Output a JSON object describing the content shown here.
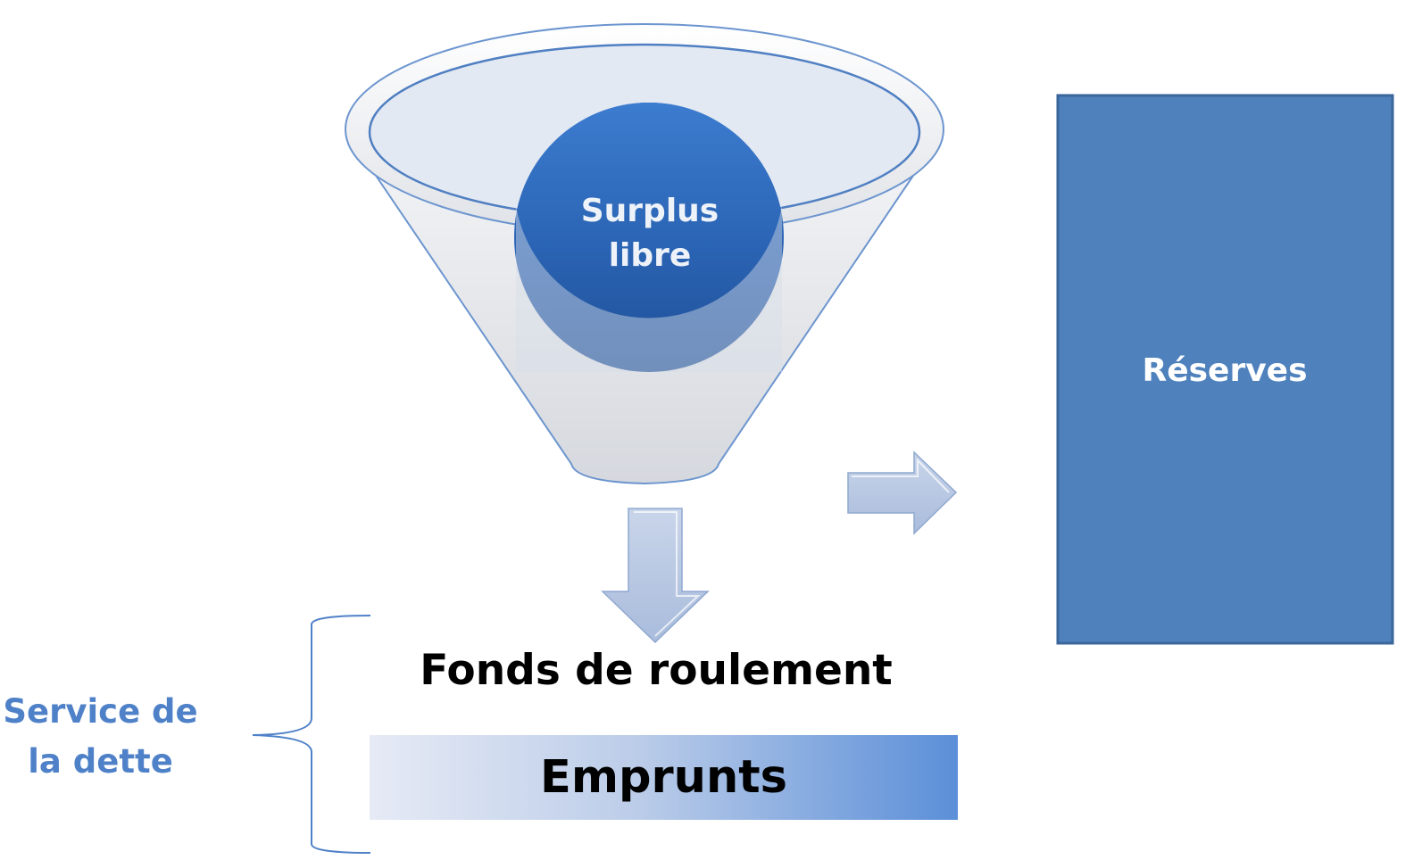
{
  "funnel": {
    "ball_label_line1": "Surplus",
    "ball_label_line2": "libre"
  },
  "reserves": {
    "label": "Réserves"
  },
  "fonds": {
    "label": "Fonds de roulement"
  },
  "emprunts": {
    "label": "Emprunts"
  },
  "service": {
    "label_line1": "Service de",
    "label_line2": "la dette"
  },
  "colors": {
    "reserves_fill": "#4f81bd",
    "ball_top": "#3b78c9",
    "service_text": "#4f81c8",
    "arrow_fill": "#b4c4e1"
  }
}
